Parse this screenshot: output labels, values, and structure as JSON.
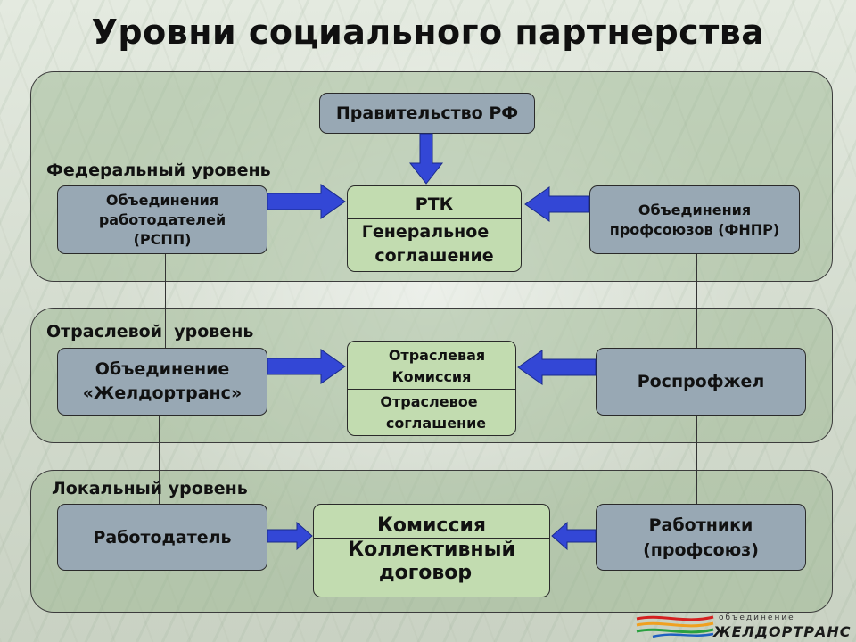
{
  "title": "Уровни социального партнерства",
  "levels": {
    "federal": {
      "label": "Федеральный уровень",
      "government": "Правительство РФ",
      "employers": [
        "Объединения",
        "работодателей",
        "(РСПП)"
      ],
      "center_top": "РТК",
      "center_bottom": [
        "Генеральное",
        "соглашение"
      ],
      "unions": [
        "Объединения",
        "профсоюзов (ФНПР)"
      ]
    },
    "industry": {
      "label": "Отраслевой  уровень",
      "employers": [
        "Объединение",
        "«Желдортранс»"
      ],
      "center_top": [
        "Отраслевая",
        "Комиссия"
      ],
      "center_bottom": [
        "Отраслевое",
        "соглашение"
      ],
      "unions": "Роспрофжел"
    },
    "local": {
      "label": "Локальный уровень",
      "employers": "Работодатель",
      "center_top": "Комиссия",
      "center_bottom": [
        "Коллективный",
        "договор"
      ],
      "unions": [
        "Работники",
        "(профсоюз)"
      ]
    }
  },
  "logo": {
    "subtitle": "объединение",
    "name": "ЖЕЛДОРТРАНС"
  },
  "colors": {
    "panel": "#9fbb94",
    "side_box": "#98a8b4",
    "center_box": "#c2dcb0",
    "arrow": "#3347d6"
  }
}
